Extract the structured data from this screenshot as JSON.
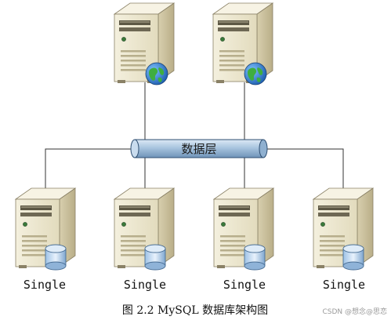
{
  "diagram": {
    "bus_label": "数据层",
    "web_servers": [
      {
        "icon": "globe-icon"
      },
      {
        "icon": "globe-icon"
      }
    ],
    "db_servers": [
      {
        "label": "Single",
        "icon": "database-cylinder-icon"
      },
      {
        "label": "Single",
        "icon": "database-cylinder-icon"
      },
      {
        "label": "Single",
        "icon": "database-cylinder-icon"
      },
      {
        "label": "Single",
        "icon": "database-cylinder-icon"
      }
    ],
    "caption": "图 2.2 MySQL 数据库架构图",
    "watermark": "CSDN @想念@思恋"
  },
  "colors": {
    "server_front": "#ece6cf",
    "server_side": "#cfc6a6",
    "bus_fill": "#9fbedb",
    "line": "#333333"
  }
}
